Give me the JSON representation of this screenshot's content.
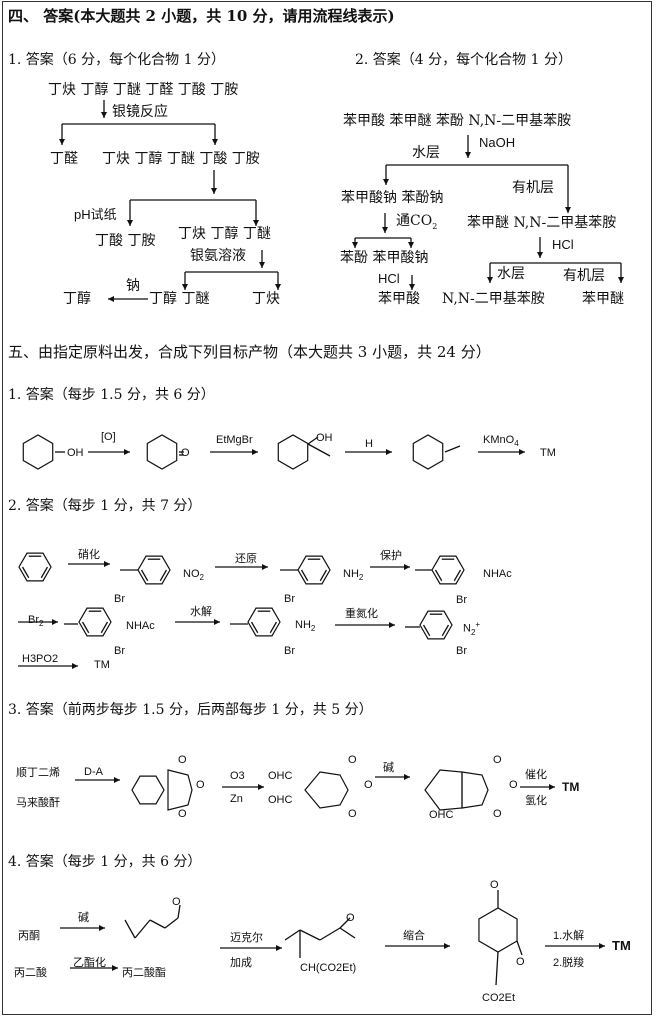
{
  "section4": {
    "title": "四、 答案(本大题共 2 小题，共 10 分，请用流程线表示)",
    "q1": {
      "heading": "1. 答案（6 分，每个化合物 1 分）",
      "start": "丁炔 丁醇 丁醚 丁醛 丁酸 丁胺",
      "reagent1": "银镜反应",
      "left1": "丁醛",
      "right1": "丁炔 丁醇 丁醚 丁酸 丁胺",
      "reagent2": "pH试纸",
      "left2": "丁酸 丁胺",
      "right2": "丁炔 丁醇 丁醚",
      "reagent3": "银氨溶液",
      "reagent4": "钠",
      "final_left": "丁醇",
      "mid": "丁醇 丁醚",
      "final_right": "丁炔"
    },
    "q2": {
      "heading": "2. 答案（4 分，每个化合物 1 分）",
      "start": "苯甲酸 苯甲醚 苯酚 N,N-二甲基苯胺",
      "reagent1": "NaOH",
      "aqueous": "水层",
      "organic": "有机层",
      "left1": "苯甲酸钠 苯酚钠",
      "reagent2": "通CO",
      "right1": "苯甲醚 N,N-二甲基苯胺",
      "reagent3": "HCl",
      "left2": "苯酚  苯甲酸钠",
      "reagent4": "HCl",
      "left3": "苯甲酸",
      "aqueous2": "水层",
      "organic2": "有机层",
      "right2a": "N,N-二甲基苯胺",
      "right2b": "苯甲醚"
    }
  },
  "section5": {
    "title": "五、由指定原料出发，合成下列目标产物（本大题共 3 小题，共 24 分）",
    "q1": {
      "heading": "1. 答案（每步 1.5 分，共 6 分）",
      "oh": "OH",
      "o": "O",
      "r1": "[O]",
      "r2": "EtMgBr",
      "r3": "H",
      "r4": "KMnO",
      "tm": "TM"
    },
    "q2": {
      "heading": "2. 答案（每步 1 分，共 7 分）",
      "r1": "硝化",
      "no2": "NO",
      "r2": "还原",
      "nh2": "NH",
      "r3": "保护",
      "nhac": "NHAc",
      "r4": "Br",
      "br": "Br",
      "r5": "水解",
      "r6": "重氮化",
      "n2": "N",
      "r7": "H3PO2",
      "tm": "TM"
    },
    "q3": {
      "heading": "3. 答案（前两步每步 1.5 分，后两部每步 1 分，共 5 分）",
      "sm1": "顺丁二烯",
      "sm2": "马来酸酐",
      "r1": "D-A",
      "r2a": "O3",
      "r2b": "Zn",
      "cho": "OHC",
      "o": "O",
      "r3": "碱",
      "r4a": "催化",
      "r4b": "氢化",
      "tm": "TM"
    },
    "q4": {
      "heading": "4. 答案（每步 1 分，共 6 分）",
      "sm1": "丙酮",
      "sm2": "丙二酸",
      "r1": "碱",
      "r2": "乙酯化",
      "ester": "丙二酸酯",
      "r3a": "迈克尔",
      "r3b": "加成",
      "ch": "CH(CO2Et)",
      "o": "O",
      "r4": "缩合",
      "co2et": "CO2Et",
      "r5a": "1.水解",
      "r5b": "2.脱羧",
      "tm": "TM"
    }
  }
}
